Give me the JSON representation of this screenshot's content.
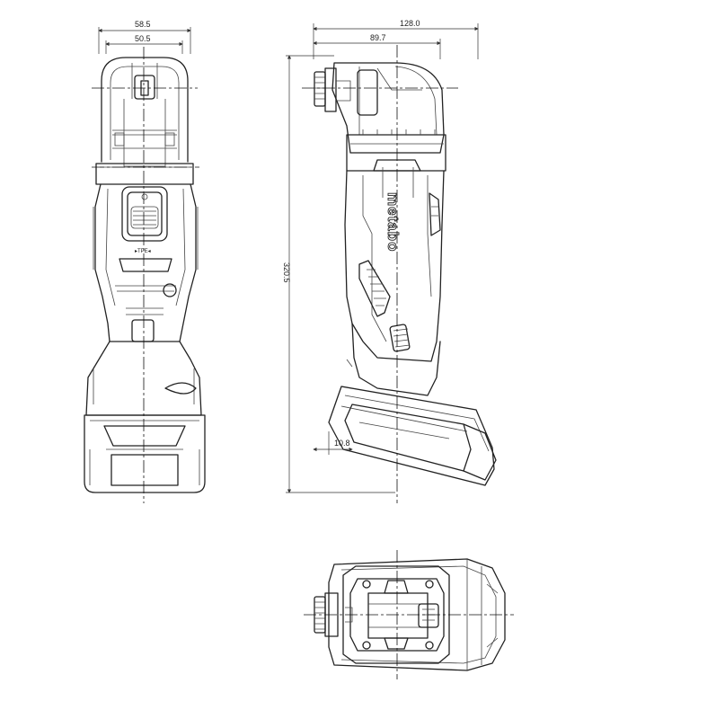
{
  "dimensions": {
    "front_width_outer": "58.5",
    "front_width_inner": "50.5",
    "side_length_total": "128.0",
    "side_length_head": "89.7",
    "side_height": "320.5",
    "battery_offset": "10.8"
  },
  "labels": {
    "brand": "metabo",
    "speed_marker": "▸TPE◂"
  }
}
